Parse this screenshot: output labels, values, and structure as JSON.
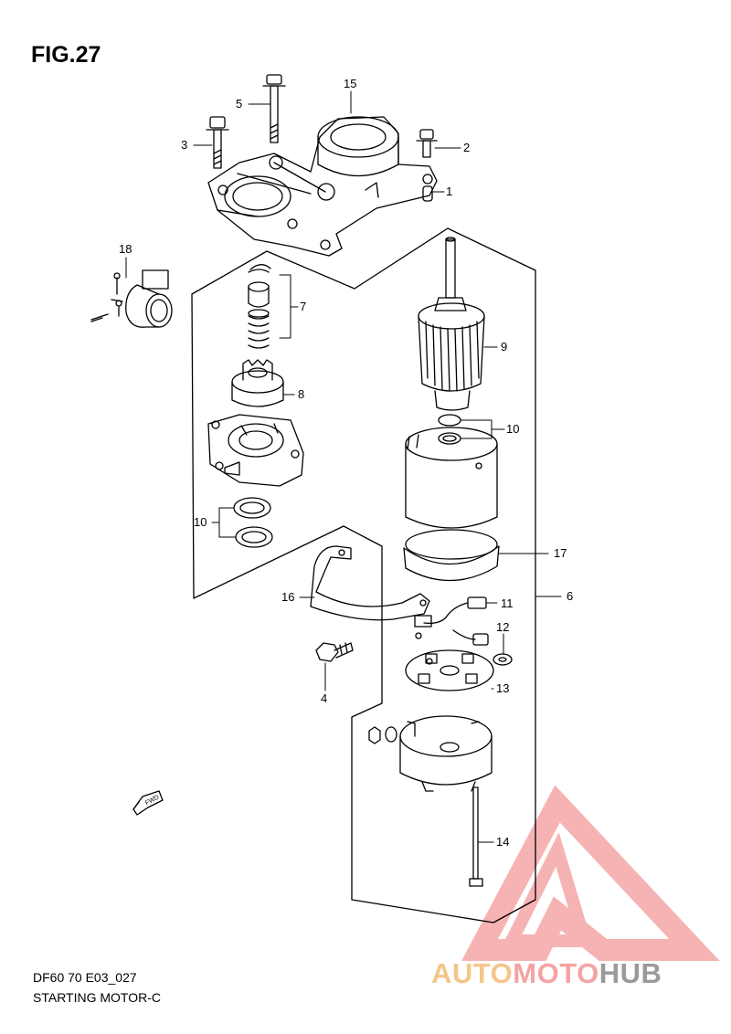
{
  "figure": {
    "title": "FIG.27",
    "model_code": "DF60 70 E03_027",
    "section_name": "STARTING MOTOR-C"
  },
  "callouts": [
    {
      "id": "1",
      "label": "1"
    },
    {
      "id": "2",
      "label": "2"
    },
    {
      "id": "3",
      "label": "3"
    },
    {
      "id": "4",
      "label": "4"
    },
    {
      "id": "5",
      "label": "5"
    },
    {
      "id": "6",
      "label": "6"
    },
    {
      "id": "7",
      "label": "7"
    },
    {
      "id": "8",
      "label": "8"
    },
    {
      "id": "9",
      "label": "9"
    },
    {
      "id": "10a",
      "label": "10"
    },
    {
      "id": "10b",
      "label": "10"
    },
    {
      "id": "11",
      "label": "11"
    },
    {
      "id": "12",
      "label": "12"
    },
    {
      "id": "13",
      "label": "13"
    },
    {
      "id": "14",
      "label": "14"
    },
    {
      "id": "15",
      "label": "15"
    },
    {
      "id": "16",
      "label": "16"
    },
    {
      "id": "17",
      "label": "17"
    },
    {
      "id": "18",
      "label": "18"
    }
  ],
  "fwd_arrow": {
    "label": "FWD",
    "icon": "fwd-arrow-icon"
  },
  "watermark": {
    "part1": "AUTO",
    "part2": "MOTO",
    "part3": "HUB",
    "colors": {
      "auto": "#f4c68a",
      "moto": "#f3a3a3",
      "hub": "#9a9a9a",
      "logo": "#f39a9a"
    }
  }
}
